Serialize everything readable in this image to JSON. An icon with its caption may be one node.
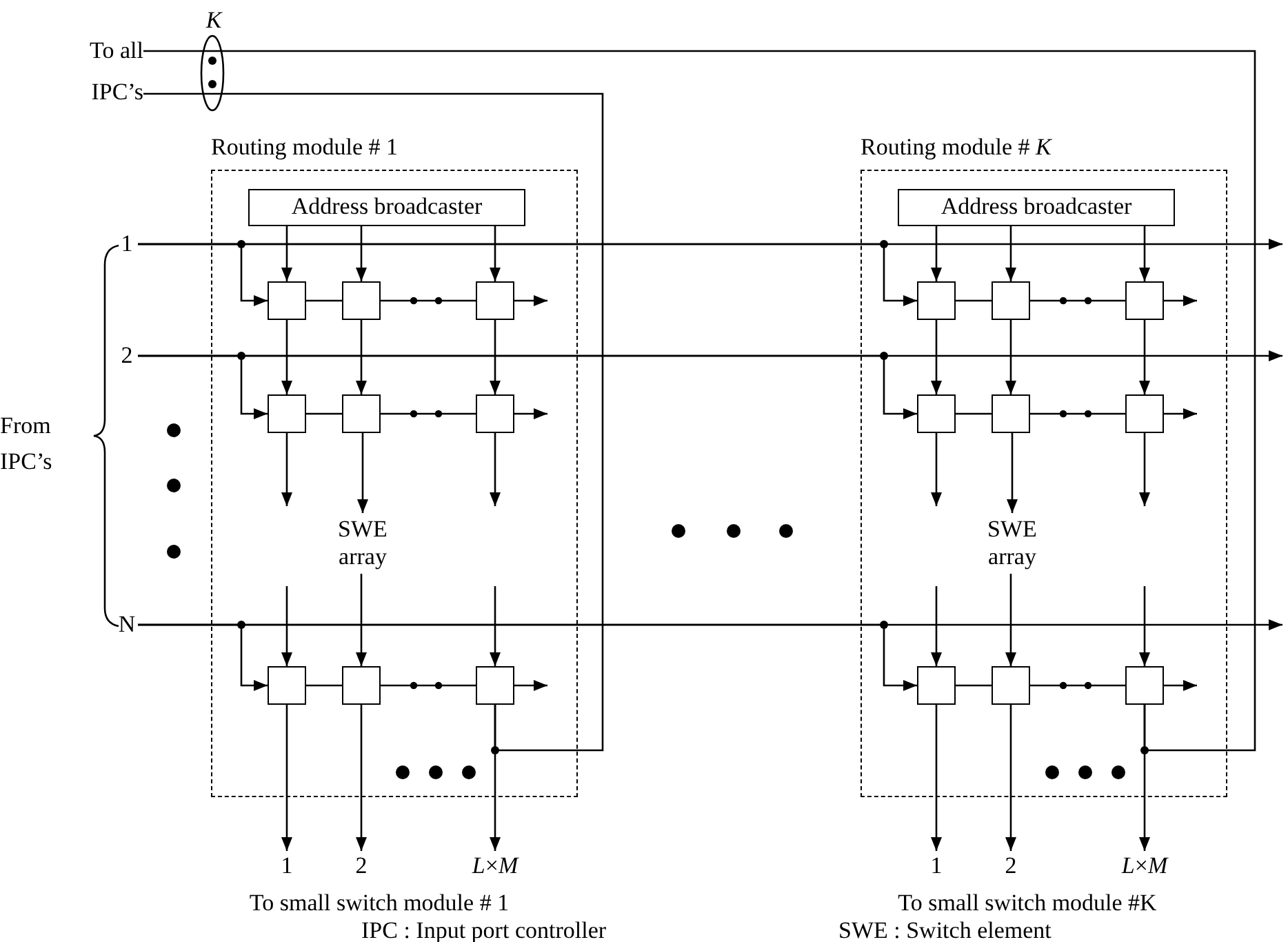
{
  "diagram": {
    "nodes": [
      {
        "text": [
          "To all IPC’s"
        ]
      },
      {
        "text": [
          "1"
        ]
      },
      {
        "text": [
          "2"
        ]
      },
      {
        "text": [
          "N"
        ]
      },
      {
        "text": [
          "Routing module # 1"
        ]
      },
      {
        "text": [
          "Address broadcaster"
        ],
        "in": 4
      },
      {
        "text": [],
        "shape": "box",
        "in": 4
      },
      {
        "text": [],
        "shape": "box",
        "in": 4
      },
      {
        "text": [],
        "shape": "box",
        "in": 4
      },
      {
        "text": [],
        "shape": "box",
        "in": 4
      },
      {
        "text": [],
        "shape": "box",
        "in": 4
      },
      {
        "text": [],
        "shape": "box",
        "in": 4
      },
      {
        "text": [],
        "shape": "box",
        "in": 4
      },
      {
        "text": [],
        "shape": "box",
        "in": 4
      },
      {
        "text": [],
        "shape": "box",
        "in": 4
      },
      {
        "text": [
          "Routing module # *K*"
        ]
      },
      {
        "text": [
          "Address broadcaster"
        ],
        "in": 15
      },
      {
        "text": [],
        "shape": "box",
        "in": 15
      },
      {
        "text": [],
        "shape": "box",
        "in": 15
      },
      {
        "text": [],
        "shape": "box",
        "in": 15
      },
      {
        "text": [],
        "shape": "box",
        "in": 15
      },
      {
        "text": [],
        "shape": "box",
        "in": 15
      },
      {
        "text": [],
        "shape": "box",
        "in": 15
      },
      {
        "text": [],
        "shape": "box",
        "in": 15
      },
      {
        "text": [],
        "shape": "box",
        "in": 15
      },
      {
        "text": [],
        "shape": "box",
        "in": 15
      },
      {
        "text": [
          "1"
        ]
      },
      {
        "text": [
          "2"
        ]
      },
      {
        "text": [
          "*L*×*M*"
        ]
      },
      {
        "text": [
          "1"
        ]
      },
      {
        "text": [
          "2"
        ]
      },
      {
        "text": [
          "*L*×*M*"
        ]
      },
      {
        "text": [
          "SWE array"
        ],
        "in": 4
      },
      {
        "text": [
          "SWE array"
        ],
        "in": 15
      }
    ],
    "edges": [
      {
        "from": 5,
        "to": 6,
        "arrow": "to"
      },
      {
        "from": 5,
        "to": 7,
        "arrow": "to"
      },
      {
        "from": 5,
        "to": 8,
        "arrow": "to"
      },
      {
        "from": 6,
        "to": 9,
        "arrow": "to"
      },
      {
        "from": 7,
        "to": 10,
        "arrow": "to"
      },
      {
        "from": 8,
        "to": 11,
        "arrow": "to"
      },
      {
        "from": 9,
        "to": null,
        "arrow": "to"
      },
      {
        "from": 10,
        "to": 32,
        "arrow": "to"
      },
      {
        "from": 11,
        "to": null,
        "arrow": "to"
      },
      {
        "from": null,
        "to": 12,
        "arrow": "to"
      },
      {
        "from": 32,
        "to": 13,
        "arrow": "to"
      },
      {
        "from": null,
        "to": 14,
        "arrow": "to"
      },
      {
        "from": 6,
        "to": 7,
        "arrow": "none"
      },
      {
        "from": 7,
        "to": 8,
        "arrow": "none"
      },
      {
        "from": 8,
        "to": null,
        "arrow": "to"
      },
      {
        "from": 9,
        "to": 10,
        "arrow": "none"
      },
      {
        "from": 10,
        "to": 11,
        "arrow": "none"
      },
      {
        "from": 11,
        "to": null,
        "arrow": "to"
      },
      {
        "from": 12,
        "to": 13,
        "arrow": "none"
      },
      {
        "from": 13,
        "to": 14,
        "arrow": "none"
      },
      {
        "from": 14,
        "to": null,
        "arrow": "to"
      },
      {
        "from": 1,
        "to": 6,
        "arrow": "to"
      },
      {
        "from": 2,
        "to": 9,
        "arrow": "to"
      },
      {
        "from": 3,
        "to": 12,
        "arrow": "to"
      },
      {
        "from": 12,
        "to": 26,
        "arrow": "to"
      },
      {
        "from": 13,
        "to": 27,
        "arrow": "to"
      },
      {
        "from": 14,
        "to": 28,
        "arrow": "to"
      },
      {
        "from": 14,
        "to": 0,
        "arrow": "none"
      },
      {
        "from": 16,
        "to": 17,
        "arrow": "to"
      },
      {
        "from": 16,
        "to": 18,
        "arrow": "to"
      },
      {
        "from": 16,
        "to": 19,
        "arrow": "to"
      },
      {
        "from": 17,
        "to": 20,
        "arrow": "to"
      },
      {
        "from": 18,
        "to": 21,
        "arrow": "to"
      },
      {
        "from": 19,
        "to": 22,
        "arrow": "to"
      },
      {
        "from": 20,
        "to": null,
        "arrow": "to"
      },
      {
        "from": 21,
        "to": 33,
        "arrow": "to"
      },
      {
        "from": 22,
        "to": null,
        "arrow": "to"
      },
      {
        "from": null,
        "to": 23,
        "arrow": "to"
      },
      {
        "from": 33,
        "to": 24,
        "arrow": "to"
      },
      {
        "from": null,
        "to": 25,
        "arrow": "to"
      },
      {
        "from": 17,
        "to": 18,
        "arrow": "none"
      },
      {
        "from": 18,
        "to": 19,
        "arrow": "none"
      },
      {
        "from": 19,
        "to": null,
        "arrow": "to"
      },
      {
        "from": 20,
        "to": 21,
        "arrow": "none"
      },
      {
        "from": 21,
        "to": 22,
        "arrow": "none"
      },
      {
        "from": 22,
        "to": null,
        "arrow": "to"
      },
      {
        "from": 23,
        "to": 24,
        "arrow": "none"
      },
      {
        "from": 24,
        "to": 25,
        "arrow": "none"
      },
      {
        "from": 25,
        "to": null,
        "arrow": "to"
      },
      {
        "from": 1,
        "to": 17,
        "arrow": "to"
      },
      {
        "from": 2,
        "to": 20,
        "arrow": "to"
      },
      {
        "from": 3,
        "to": 23,
        "arrow": "to"
      },
      {
        "from": 23,
        "to": 29,
        "arrow": "to"
      },
      {
        "from": 24,
        "to": 30,
        "arrow": "to"
      },
      {
        "from": 25,
        "to": 31,
        "arrow": "to"
      },
      {
        "from": 25,
        "to": 0,
        "arrow": "none"
      },
      {
        "from": 1,
        "to": null,
        "arrow": "to"
      },
      {
        "from": 2,
        "to": null,
        "arrow": "to"
      },
      {
        "from": 3,
        "to": null,
        "arrow": "to"
      }
    ],
    "labels": [
      "K",
      "From IPC’s",
      "To small switch module # 1",
      "To small switch module #K",
      "IPC : Input port controller",
      "SWE : Switch element"
    ]
  }
}
